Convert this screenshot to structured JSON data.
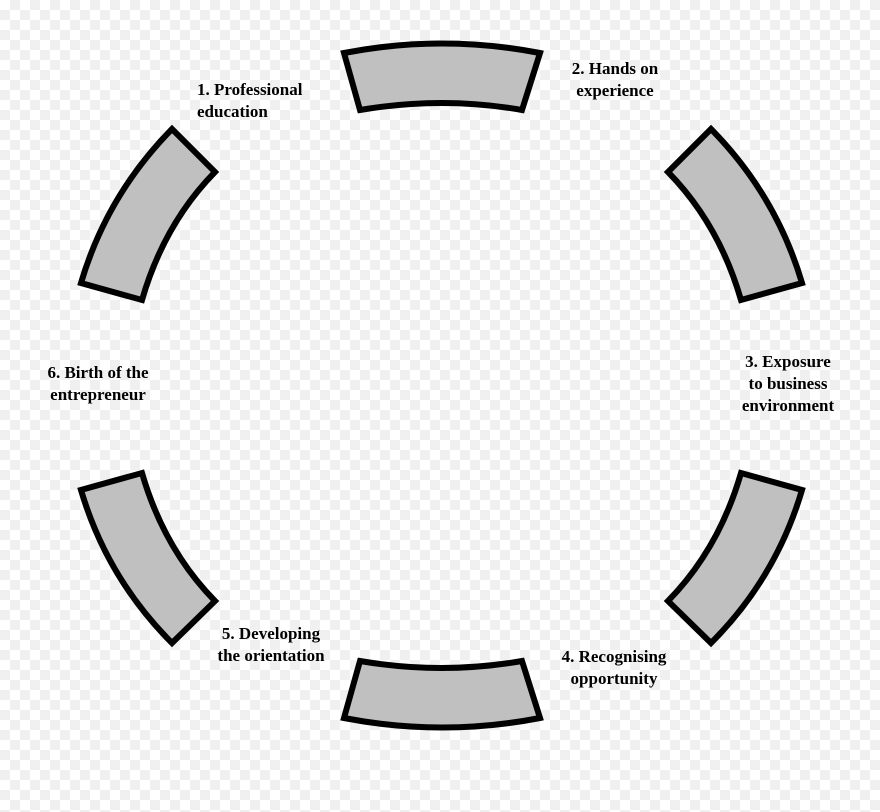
{
  "steps": [
    {
      "line1": "1. Professional",
      "line2": "education"
    },
    {
      "line1": "2. Hands on",
      "line2": "experience"
    },
    {
      "line1": "3. Exposure",
      "line2": "to business",
      "line3": "environment"
    },
    {
      "line1": "4. Recognising",
      "line2": "opportunity"
    },
    {
      "line1": "5. Developing",
      "line2": "the orientation"
    },
    {
      "line1": "6. Birth of the",
      "line2": "entrepreneur"
    }
  ],
  "colors": {
    "segment_fill": "#c0c0c0",
    "segment_stroke": "#000000",
    "text": "#000000"
  }
}
